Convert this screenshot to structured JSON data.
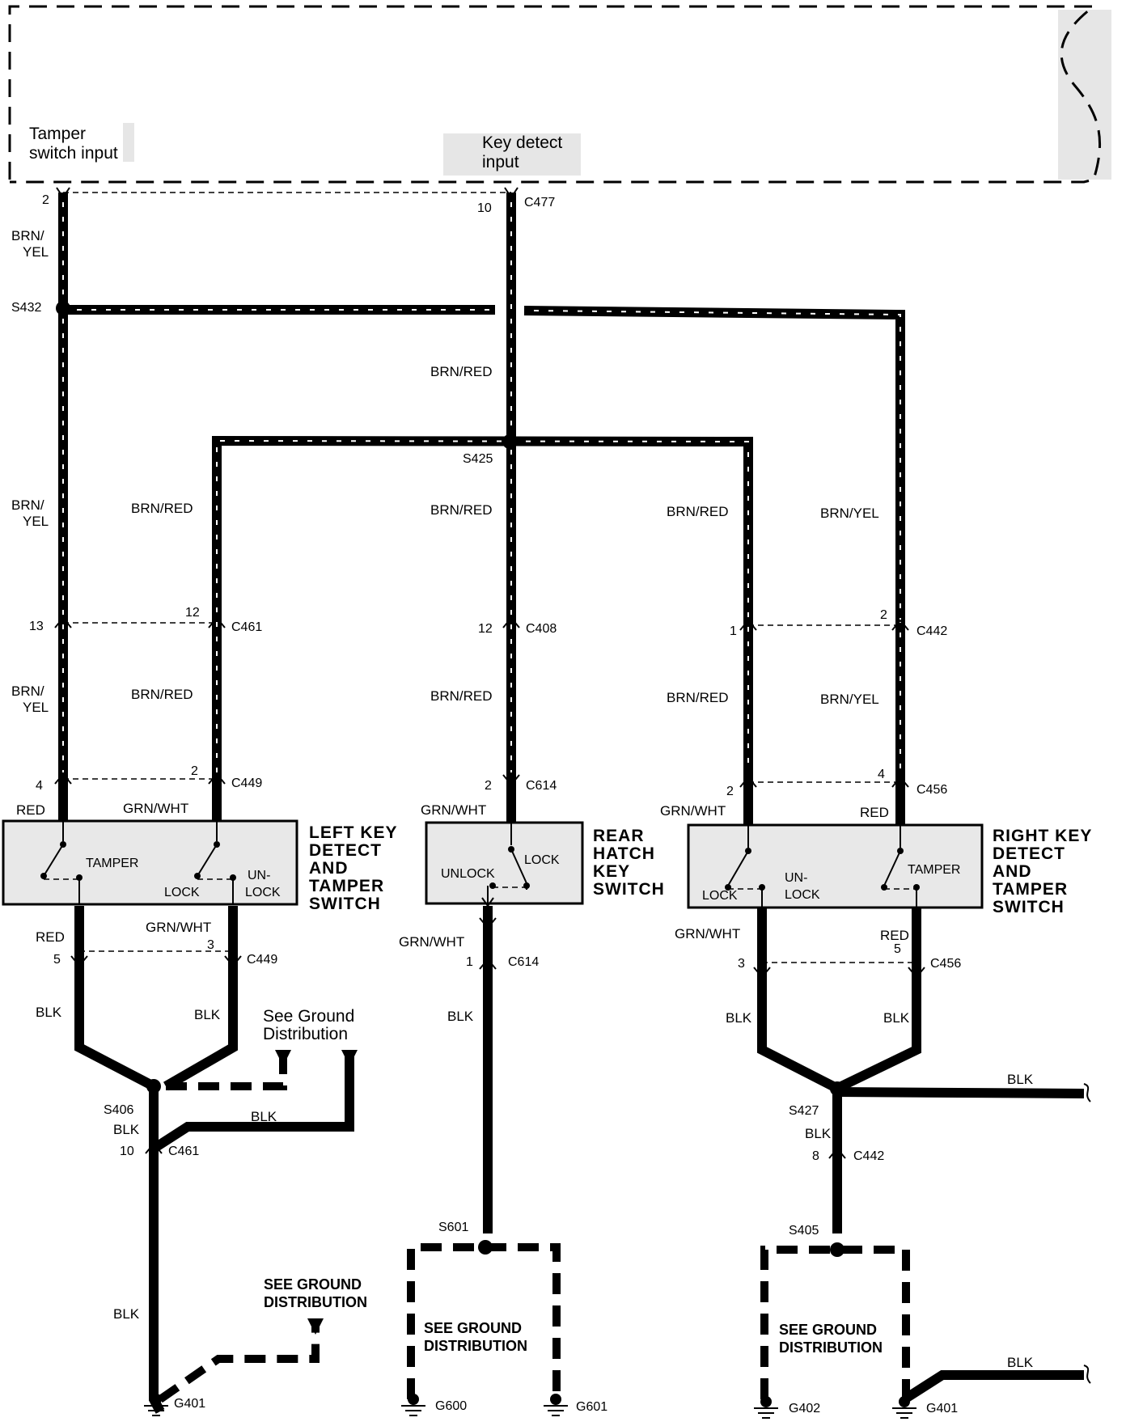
{
  "module": {
    "tamper_input": [
      "Tamper",
      "switch input"
    ],
    "key_detect_input": [
      "Key detect",
      "input"
    ]
  },
  "connectors": {
    "c477": "C477",
    "c461": "C461",
    "c408": "C408",
    "c442": "C442",
    "c449": "C449",
    "c614": "C614",
    "c456": "C456"
  },
  "splices": {
    "s432": "S432",
    "s425": "S425",
    "s406": "S406",
    "s427": "S427",
    "s601": "S601",
    "s405": "S405"
  },
  "grounds": {
    "g401": "G401",
    "g600": "G600",
    "g601": "G601",
    "g402": "G402"
  },
  "pins": {
    "p2": "2",
    "p10": "10",
    "p12": "12",
    "p13": "13",
    "p1": "1",
    "p4": "4",
    "p5": "5",
    "p3": "3",
    "p8": "8"
  },
  "wires": {
    "brn_yel": [
      "BRN/",
      "YEL"
    ],
    "brn_yel_inline": "BRN/YEL",
    "brn_red": "BRN/RED",
    "red": "RED",
    "grn_wht": "GRN/WHT",
    "blk": "BLK"
  },
  "switches": {
    "left": {
      "title": [
        "LEFT KEY",
        "DETECT",
        "AND",
        "TAMPER",
        "SWITCH"
      ],
      "tamper": "TAMPER",
      "lock": "LOCK",
      "unlock": [
        "UN-",
        "LOCK"
      ]
    },
    "rear": {
      "title": [
        "REAR",
        "HATCH",
        "KEY",
        "SWITCH"
      ],
      "unlock": "UNLOCK",
      "lock": "LOCK"
    },
    "right": {
      "title": [
        "RIGHT KEY",
        "DETECT",
        "AND",
        "TAMPER",
        "SWITCH"
      ],
      "tamper": "TAMPER",
      "lock": "LOCK",
      "unlock": [
        "UN-",
        "LOCK"
      ]
    }
  },
  "ground_notes": {
    "see_ground_mixed": [
      "See Ground",
      "Distribution"
    ],
    "see_ground_caps": [
      "SEE GROUND",
      "DISTRIBUTION"
    ]
  }
}
